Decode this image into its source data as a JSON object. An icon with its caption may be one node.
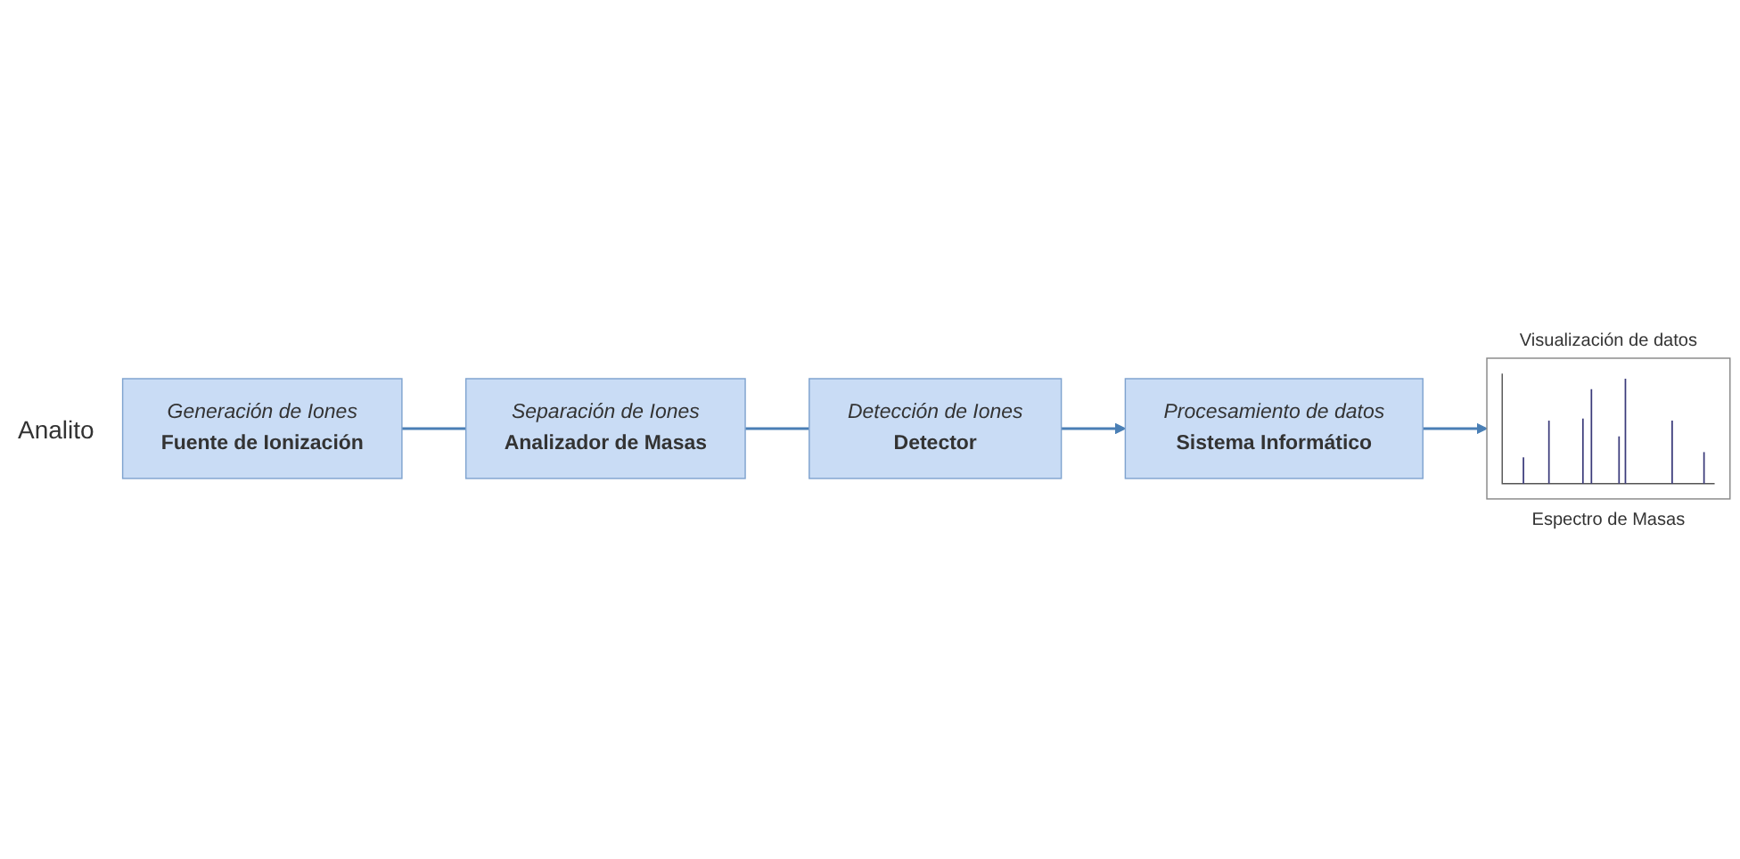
{
  "diagram": {
    "nodes": [
      {
        "text": [
          "Generación de Iones",
          "Fuente de Ionización"
        ]
      },
      {
        "text": [
          "Separación de Iones",
          "Analizador de Masas"
        ]
      },
      {
        "text": [
          "Detección de Iones",
          "Detector"
        ]
      },
      {
        "text": [
          "Procesamiento de datos",
          "Sistema Informático"
        ]
      },
      {
        "text": [],
        "shape": "picture",
        "beside": [
          "Visualización de datos",
          "Espectro de Masas"
        ]
      }
    ],
    "edges": [
      {
        "from": 0,
        "to": 1,
        "arrow": "none"
      },
      {
        "from": 1,
        "to": 2,
        "arrow": "none"
      },
      {
        "from": 2,
        "to": 3,
        "arrow": "to"
      },
      {
        "from": 3,
        "to": 4,
        "arrow": "to"
      }
    ],
    "labels": [
      "Analito"
    ]
  }
}
